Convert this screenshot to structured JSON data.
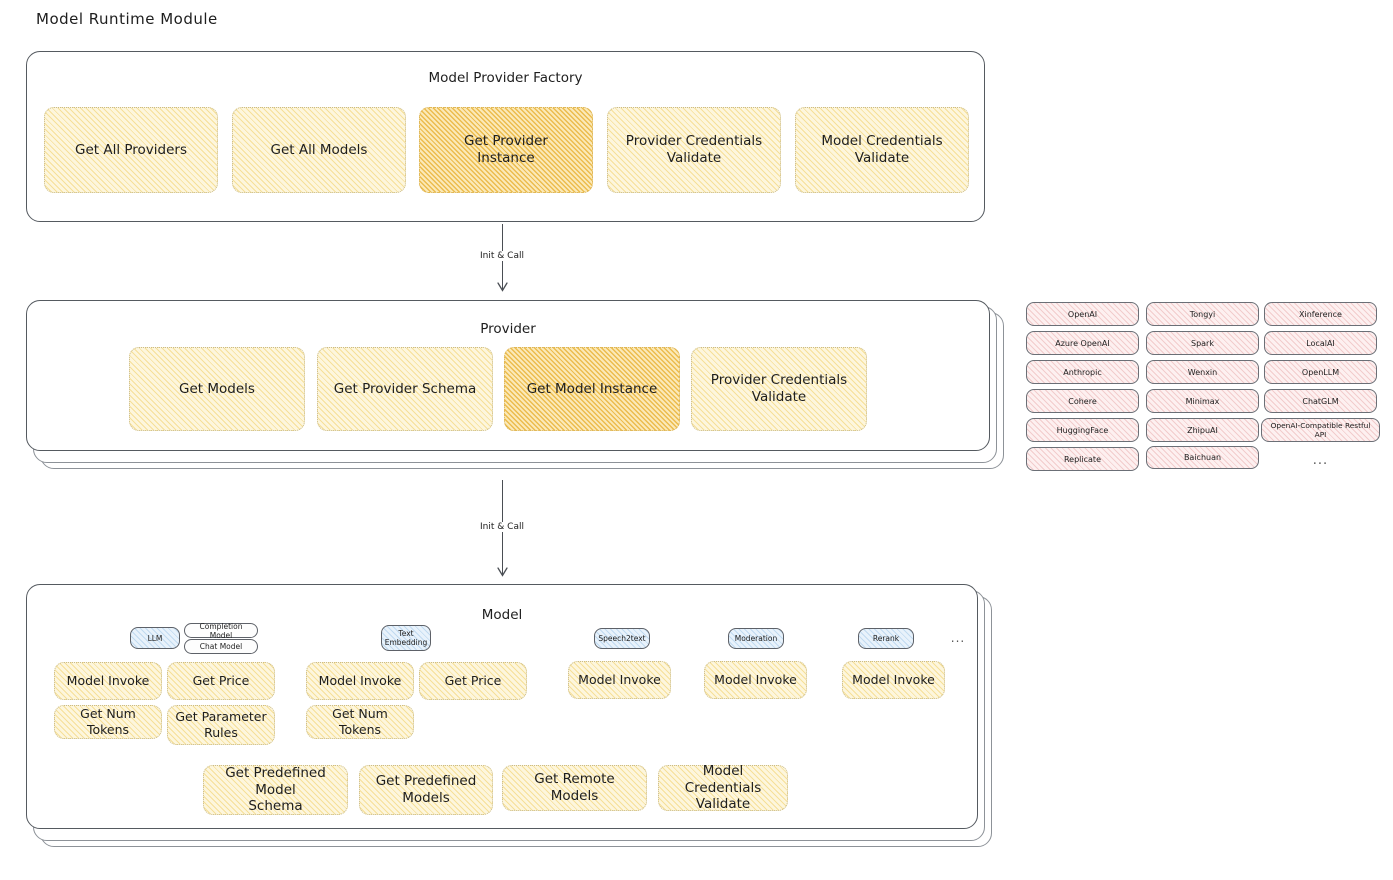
{
  "title": "Model Runtime Module",
  "colors": {
    "fill_light": "#fdf6dd",
    "fill_strong": "#fbe9b8",
    "chip_pink": "#fdf0f0",
    "badge_blue": "#e8f2fb",
    "stroke": "#1e1e1e"
  },
  "sections": {
    "factory": {
      "title": "Model Provider Factory",
      "boxes": [
        {
          "label": "Get All Providers",
          "highlight": false
        },
        {
          "label": "Get All Models",
          "highlight": false
        },
        {
          "label": "Get Provider\nInstance",
          "highlight": true
        },
        {
          "label": "Provider Credentials\nValidate",
          "highlight": false
        },
        {
          "label": "Model Credentials\nValidate",
          "highlight": false
        }
      ]
    },
    "provider": {
      "title": "Provider",
      "boxes": [
        {
          "label": "Get Models",
          "highlight": false
        },
        {
          "label": "Get Provider Schema",
          "highlight": false
        },
        {
          "label": "Get Model Instance",
          "highlight": true
        },
        {
          "label": "Provider Credentials\nValidate",
          "highlight": false
        }
      ]
    },
    "model": {
      "title": "Model",
      "types": [
        {
          "name": "LLM",
          "sub": [
            "Completion Model",
            "Chat Model"
          ],
          "methods": [
            "Model Invoke",
            "Get Price",
            "Get Num Tokens",
            "Get Parameter Rules"
          ]
        },
        {
          "name": "Text\nEmbedding",
          "sub": [],
          "methods": [
            "Model Invoke",
            "Get Price",
            "Get Num Tokens"
          ]
        },
        {
          "name": "Speech2text",
          "sub": [],
          "methods": [
            "Model Invoke"
          ]
        },
        {
          "name": "Moderation",
          "sub": [],
          "methods": [
            "Model Invoke"
          ]
        },
        {
          "name": "Rerank",
          "sub": [],
          "methods": [
            "Model Invoke"
          ]
        }
      ],
      "types_more": "...",
      "common_methods": [
        "Get Predefined Model\nSchema",
        "Get Predefined\nModels",
        "Get Remote Models",
        "Model Credentials\nValidate"
      ]
    }
  },
  "arrows": [
    {
      "label": "Init & Call"
    },
    {
      "label": "Init & Call"
    }
  ],
  "provider_list": {
    "columns": [
      [
        "OpenAI",
        "Azure OpenAI",
        "Anthropic",
        "Cohere",
        "HuggingFace",
        "Replicate"
      ],
      [
        "Tongyi",
        "Spark",
        "Wenxin",
        "Minimax",
        "ZhipuAI",
        "Baichuan"
      ],
      [
        "Xinference",
        "LocalAI",
        "OpenLLM",
        "ChatGLM",
        "OpenAI-Compatible Restful API",
        "..."
      ]
    ]
  }
}
